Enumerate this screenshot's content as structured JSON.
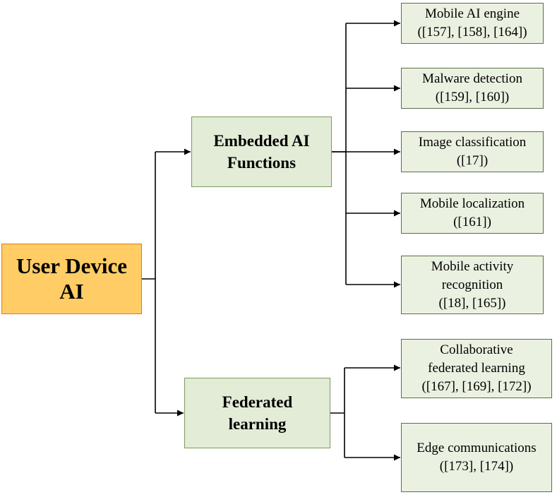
{
  "root": {
    "lines": [
      "User Device",
      "AI"
    ]
  },
  "branches": [
    {
      "lines": [
        "Embedded AI",
        "Functions"
      ],
      "children": [
        {
          "lines": [
            "Mobile AI engine",
            "([157], [158], [164])"
          ]
        },
        {
          "lines": [
            "Malware detection",
            "([159], [160])"
          ]
        },
        {
          "lines": [
            "Image classification",
            "([17])"
          ]
        },
        {
          "lines": [
            "Mobile localization",
            "([161])"
          ]
        },
        {
          "lines": [
            "Mobile activity",
            "recognition",
            "([18], [165])"
          ]
        }
      ]
    },
    {
      "lines": [
        "Federated",
        "learning"
      ],
      "children": [
        {
          "lines": [
            "Collaborative",
            "federated learning",
            "([167], [169], [172])"
          ]
        },
        {
          "lines": [
            "Edge communications",
            "([173], [174])"
          ]
        }
      ]
    }
  ]
}
